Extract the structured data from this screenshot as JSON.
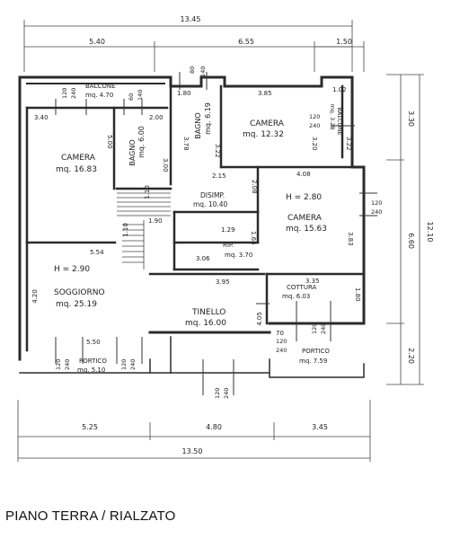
{
  "dimensions": {
    "top_total": "13.45",
    "top_left": "5.40",
    "top_mid": "6.55",
    "top_right": "1.50",
    "bottom_total": "13.50",
    "bottom_left": "5.25",
    "bottom_mid": "4.80",
    "bottom_right": "3.45",
    "right_total": "12.10",
    "right_top": "3.30",
    "right_mid": "6.60",
    "right_bot": "2.20"
  },
  "rooms": {
    "balcone_top": {
      "name": "BALCONE",
      "area": "mq. 4.70"
    },
    "camera_left": {
      "name": "CAMERA",
      "area": "mq. 16.83"
    },
    "bagno_left": {
      "name": "BAGNO",
      "area": "mq. 6.00"
    },
    "bagno_mid": {
      "name": "BAGNO",
      "area": "mq. 6.19"
    },
    "camera_top": {
      "name": "CAMERA",
      "area": "mq. 12.32"
    },
    "balcone_right": {
      "name": "BALCONE",
      "area": "mq. 3.28"
    },
    "disimp": {
      "name": "DISIMP.",
      "area": "mq. 10.40"
    },
    "camera_right": {
      "name": "CAMERA",
      "area": "mq. 15.63",
      "height": "H = 2.80"
    },
    "rip": {
      "name": "RIP.",
      "area": "mq. 3.70"
    },
    "soggiorno": {
      "name": "SOGGIORNO",
      "area": "mq. 25.19",
      "height": "H = 2.90"
    },
    "tinello": {
      "name": "TINELLO",
      "area": "mq. 16.00"
    },
    "cottura": {
      "name": "COTTURA",
      "area": "mq. 6.03"
    },
    "portico_left": {
      "name": "PORTICO",
      "area": "mq. 5.10"
    },
    "portico_right": {
      "name": "PORTICO",
      "area": "mq. 7.59"
    }
  },
  "interior_dims": {
    "d340": "3.40",
    "d500": "5.00",
    "d200": "2.00",
    "d300": "3.00",
    "d180": "1.80",
    "d378": "3.78",
    "d322": "3.22",
    "d215": "2.15",
    "d385": "3.85",
    "d320": "3.20",
    "d102": "1.02",
    "d322b": "3.22",
    "d408": "4.08",
    "d208": "2.08",
    "d110": "1.10",
    "d190": "1.90",
    "d110b": "1.10",
    "d129": "1.29",
    "d165": "1.65",
    "d383": "3.83",
    "d554": "5.54",
    "d306": "3.06",
    "d395": "3.95",
    "d335": "3.35",
    "d180b": "1.80",
    "d420": "4.20",
    "d405": "4.05",
    "d550": "5.50",
    "d070": "70"
  },
  "openings": {
    "w1": [
      "120",
      "240"
    ],
    "w2": [
      "60",
      "140"
    ],
    "w3": [
      "80",
      "140"
    ],
    "w4": [
      "120",
      "240"
    ],
    "w5": [
      "120",
      "240"
    ],
    "w6": [
      "120",
      "240"
    ],
    "w7": [
      "120",
      "240"
    ],
    "w8": [
      "120",
      "240"
    ],
    "w9": [
      "120",
      "240"
    ],
    "w10": [
      "120",
      "240"
    ],
    "w11": [
      "120",
      "240"
    ],
    "w12": [
      "240"
    ]
  },
  "caption": "PIANO TERRA / RIALZATO",
  "colors": {
    "wall": "#2b2b2b",
    "dim": "#555555",
    "bg": "#ffffff"
  }
}
